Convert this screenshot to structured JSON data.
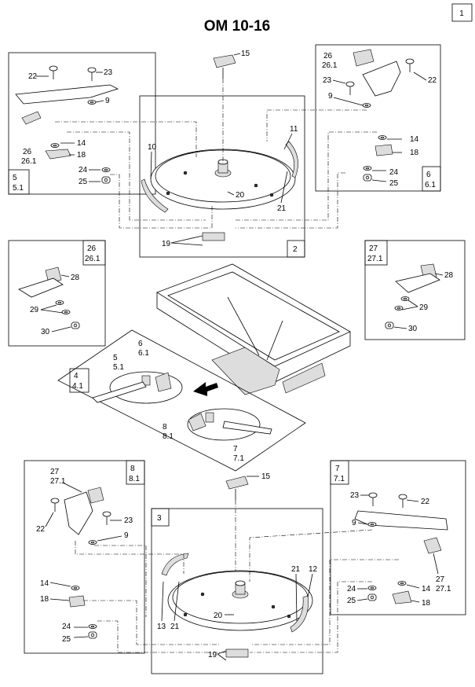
{
  "page": {
    "title": "OM 10-16",
    "sheet_number": "1"
  },
  "panels": {
    "p2": "2",
    "p3": "3",
    "p5": [
      "5",
      "5.1"
    ],
    "p6": [
      "6",
      "6.1"
    ],
    "p7": [
      "7",
      "7.1"
    ],
    "p8": [
      "8",
      "8.1"
    ],
    "p26": [
      "26",
      "26.1"
    ],
    "p27": [
      "27",
      "27.1"
    ],
    "p4": [
      "4",
      "4.1"
    ]
  },
  "callouts": {
    "c15a": "15",
    "c10": "10",
    "c11": "11",
    "c20a": "20",
    "c21a": "21",
    "c19a": "19",
    "c22a": "22",
    "c23a": "23",
    "c9a": "9",
    "c26a": "26",
    "c261a": "26.1",
    "c14a": "14",
    "c18a": "18",
    "c24a": "24",
    "c25a": "25",
    "c26b": "26",
    "c261b": "26.1",
    "c23b": "23",
    "c22b": "22",
    "c9b": "9",
    "c14b": "14",
    "c18b": "18",
    "c24b": "24",
    "c25b": "25",
    "c28a": "28",
    "c29a": "29",
    "c30a": "30",
    "c28b": "28",
    "c29b": "29",
    "c30b": "30",
    "c5": "5",
    "c51": "5.1",
    "c6": "6",
    "c61": "6.1",
    "c8": "8",
    "c81": "8.1",
    "c7": "7",
    "c71": "7.1",
    "c15b": "15",
    "c27a": "27",
    "c271a": "27.1",
    "c22c": "22",
    "c23c": "23",
    "c9c": "9",
    "c14c": "14",
    "c18c": "18",
    "c24c": "24",
    "c25c": "25",
    "c23d": "23",
    "c22d": "22",
    "c9d": "9",
    "c27b": "27",
    "c271b": "27.1",
    "c24d": "24",
    "c25d": "25",
    "c14d": "14",
    "c18d": "18",
    "c21b": "21",
    "c12": "12",
    "c13": "13",
    "c21c": "21",
    "c20b": "20",
    "c19b": "19"
  }
}
